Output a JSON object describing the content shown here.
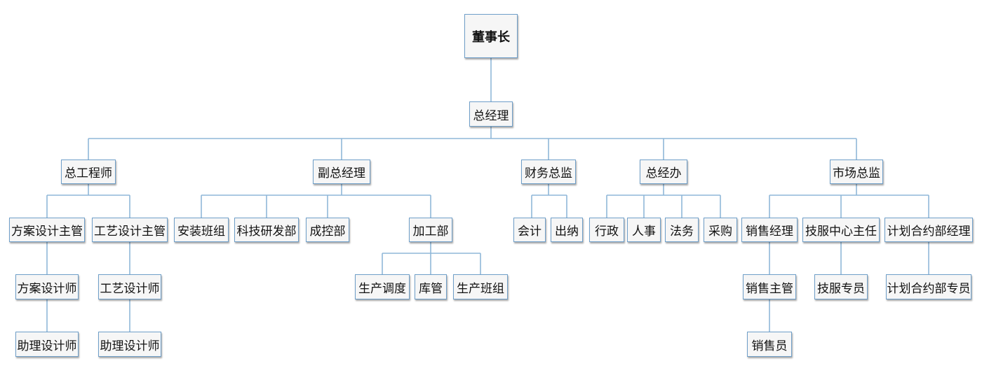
{
  "nodes": {
    "chairman": "董事长",
    "general_manager": "总经理",
    "chief_engineer": "总工程师",
    "deputy_gm": "副总经理",
    "cfo": "财务总监",
    "gm_office": "总经办",
    "marketing_director": "市场总监",
    "scheme_design_supervisor": "方案设计主管",
    "process_design_supervisor": "工艺设计主管",
    "scheme_designer": "方案设计师",
    "process_designer": "工艺设计师",
    "assistant_designer_scheme": "助理设计师",
    "assistant_designer_process": "助理设计师",
    "installation_team": "安装班组",
    "rnd_dept": "科技研发部",
    "cost_control_dept": "成控部",
    "processing_dept": "加工部",
    "production_scheduling": "生产调度",
    "warehouse": "库管",
    "production_team": "生产班组",
    "accounting": "会计",
    "cashier": "出纳",
    "administration": "行政",
    "hr": "人事",
    "legal": "法务",
    "purchasing": "采购",
    "sales_manager": "销售经理",
    "tech_service_director": "技服中心主任",
    "contract_dept_manager": "计划合约部经理",
    "sales_supervisor": "销售主管",
    "tech_service_specialist": "技服专员",
    "contract_dept_specialist": "计划合约部专员",
    "salesperson": "销售员"
  }
}
